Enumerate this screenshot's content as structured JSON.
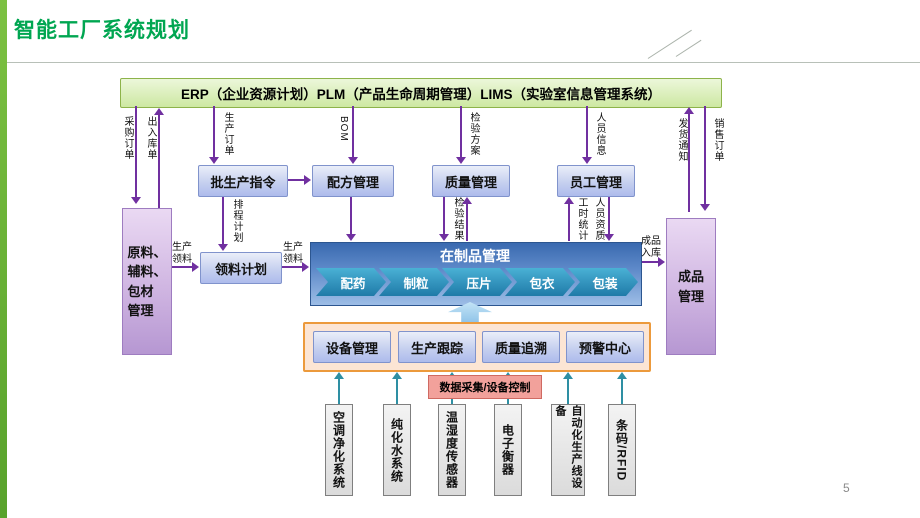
{
  "slide": {
    "title": "智能工厂系统规划",
    "page_number": "5"
  },
  "banner": {
    "label": "ERP（企业资源计划）PLM（产品生命周期管理）LIMS（实验室信息管理系统）"
  },
  "boxes": {
    "raw_material": "原料、\n辅料、\n包材\n管理",
    "finished": "成品\n管理",
    "batch_instruction": "批生产指令",
    "recipe": "配方管理",
    "quality": "质量管理",
    "employee": "员工管理",
    "picking_plan": "领料计划",
    "wip_title": "在制品管理",
    "process_steps": [
      "配药",
      "制粒",
      "压片",
      "包衣",
      "包装"
    ],
    "mes_modules": [
      "设备管理",
      "生产跟踪",
      "质量追溯",
      "预警中心"
    ],
    "daq": "数据采集/设备控制",
    "devices": [
      "空调净化系统",
      "纯化水系统",
      "温湿度传感器",
      "电子衡器",
      "自动化生产线设备",
      "条码/RFID"
    ]
  },
  "flow_labels": {
    "purchase_order": "采购订单",
    "in_out_order": "出入库单",
    "production_order": "生产订单",
    "bom": "BOM",
    "inspection_plan": "检验方案",
    "personnel_info": "人员信息",
    "delivery_notice": "发货通知",
    "sales_order": "销售订单",
    "schedule_plan": "排程计划",
    "inspection_result": "检验结果",
    "work_hours": "工时统计",
    "personnel_qualification": "人员资质",
    "production_picking_1": "生产领料",
    "production_picking_2": "生产领料",
    "finished_storage": "成品入库"
  },
  "colors": {
    "title_green": "#00A651",
    "accent_bar_green": "#6CBF3F",
    "arrow_purple": "#7030A0",
    "arrow_teal": "#2E8FA3",
    "banner_border_green": "#8DB34A",
    "orange_border": "#EC9A3C",
    "wip_blue": "#3A6AB0",
    "chevron_teal": "#1F7AA8",
    "daq_pink": "#F2A19B",
    "purple_box": "#CDB2E0"
  }
}
